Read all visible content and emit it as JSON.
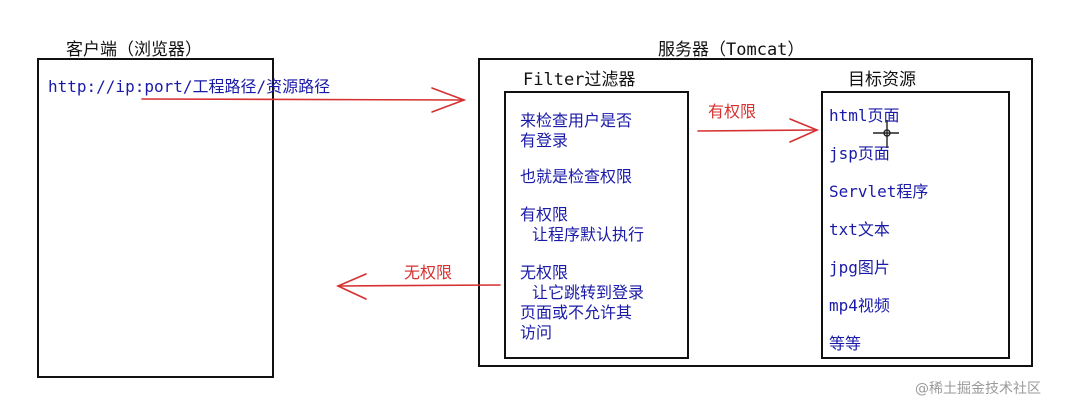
{
  "client": {
    "title": "客户端（浏览器）",
    "url": "http://ip:port/工程路径/资源路径"
  },
  "server": {
    "title": "服务器（Tomcat）",
    "filter": {
      "title": "Filter过滤器",
      "lines": [
        "来检查用户是否",
        "有登录",
        "也就是检查权限",
        "有权限",
        "让程序默认执行",
        "无权限",
        "让它跳转到登录",
        "页面或不允许其",
        "访问"
      ]
    },
    "resources": {
      "title": "目标资源",
      "items": [
        "html页面",
        "jsp页面",
        "Servlet程序",
        "txt文本",
        "jpg图片",
        "mp4视频",
        "等等"
      ]
    }
  },
  "arrows": {
    "has_permission": "有权限",
    "no_permission": "无权限"
  },
  "watermark": "@稀土掘金技术社区",
  "colors": {
    "text_blue": "#1a1aa8",
    "arrow_red": "#d63030",
    "border": "#111111"
  }
}
